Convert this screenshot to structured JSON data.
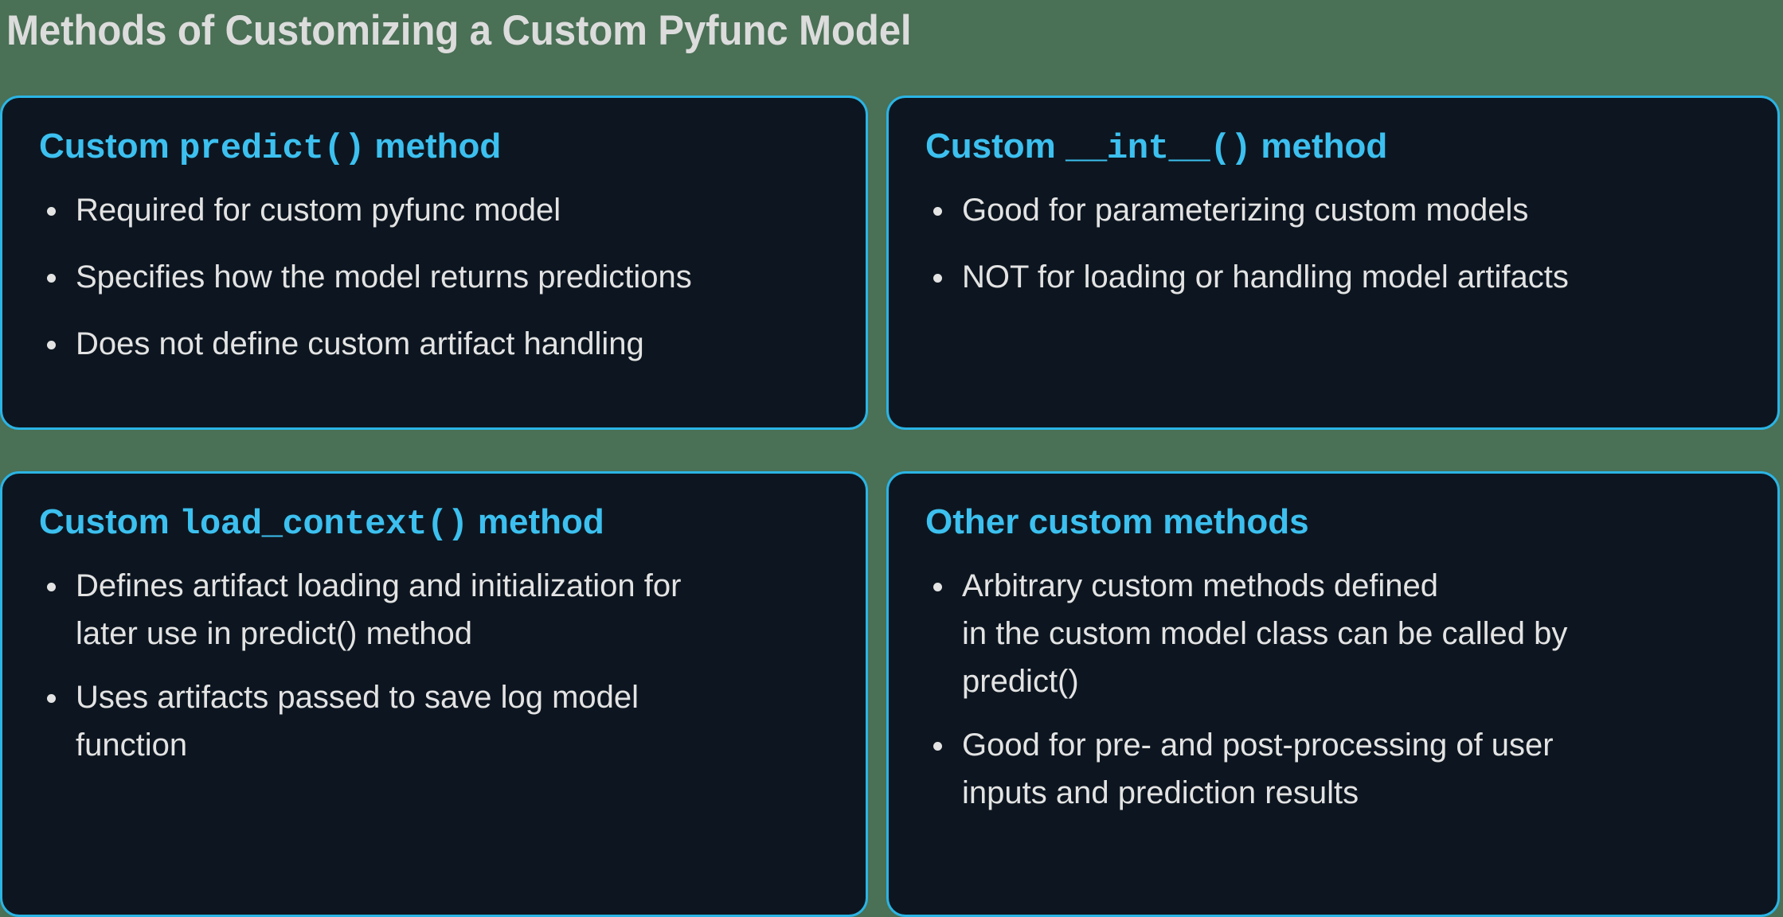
{
  "slide": {
    "title": "Methods of Customizing a Custom Pyfunc Model",
    "background_color": "#4a7055",
    "card_background_color": "#0d1620",
    "card_border_color": "#2bb4e4",
    "heading_color": "#3cc0ef",
    "body_text_color": "#e3e3e3",
    "title_color": "#dcdcdc"
  },
  "cards": [
    {
      "id": "custom-predict-method",
      "heading_prefix": "Custom ",
      "heading_code": "predict()",
      "heading_suffix": " method",
      "bullets": [
        "Required for custom pyfunc model",
        "Specifies how the model returns predictions",
        "Does not define custom artifact handling"
      ]
    },
    {
      "id": "custom-int-method",
      "heading_prefix": "Custom ",
      "heading_code": "__int__()",
      "heading_suffix": " method",
      "bullets": [
        "Good for parameterizing custom models",
        "NOT for loading or handling model artifacts"
      ]
    },
    {
      "id": "custom-load-context-method",
      "heading_prefix": "Custom ",
      "heading_code": "load_context()",
      "heading_suffix": " method",
      "bullets_lines": [
        [
          "Defines artifact loading and initialization for",
          "later use in predict() method"
        ],
        [
          "Uses artifacts passed to save log model",
          "function"
        ]
      ]
    },
    {
      "id": "other-custom-methods",
      "heading_prefix": "Other custom methods",
      "heading_code": "",
      "heading_suffix": "",
      "bullets_lines": [
        [
          "Arbitrary custom methods defined",
          "in the custom model class can be called by",
          "predict()"
        ],
        [
          "Good for pre- and post-processing of user",
          "inputs and prediction results"
        ]
      ]
    }
  ]
}
